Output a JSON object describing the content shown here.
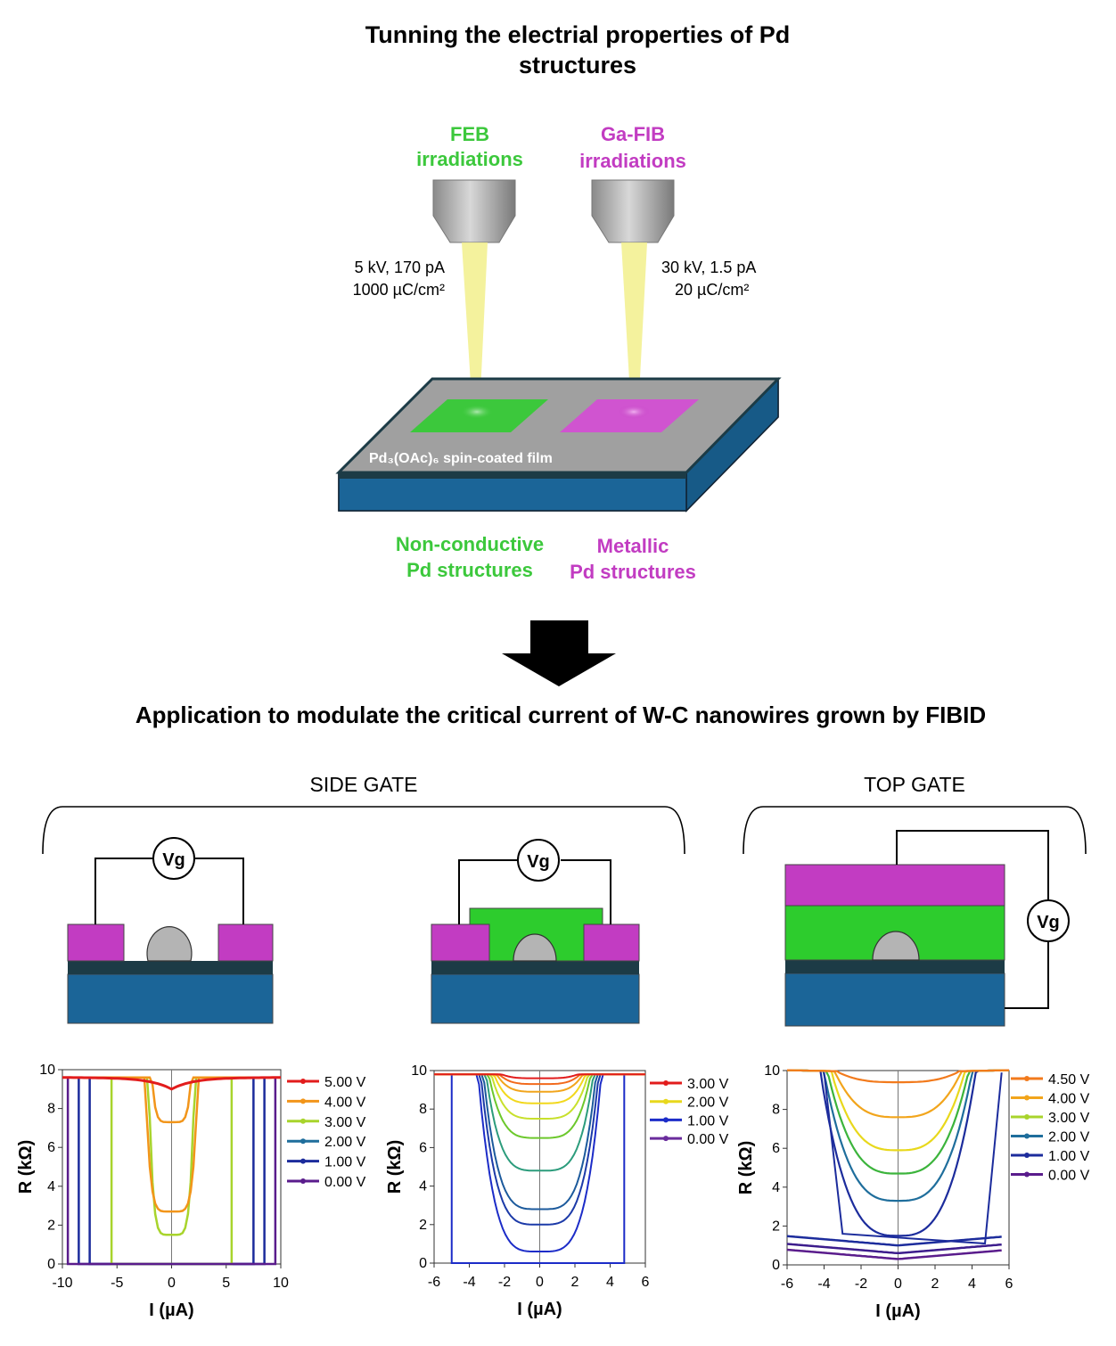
{
  "title_line1": "Tunning the electrial properties of Pd",
  "title_line2": "structures",
  "feb": {
    "label1": "FEB",
    "label2": "irradiations",
    "param1": "5 kV, 170 pA",
    "param2": "1000 µC/cm²",
    "result1": "Non-conductive",
    "result2": "Pd structures",
    "color": "#3cc83c"
  },
  "fib": {
    "label1": "Ga-FIB",
    "label2": "irradiations",
    "param1": "30 kV, 1.5 pA",
    "param2": "20 µC/cm²",
    "result1": "Metallic",
    "result2": "Pd structures",
    "color": "#c23cc2"
  },
  "film_label": "Pd₃(OAc)₆ spin-coated film",
  "app_title": "Application to modulate the critical current of W-C nanowires grown by FIBID",
  "side_gate_label": "SIDE GATE",
  "top_gate_label": "TOP GATE",
  "gate_symbol": "Vg",
  "colors": {
    "substrate": "#1b6598",
    "dark_layer": "#1c3b46",
    "film": "#a0a0a0",
    "magenta": "#c23cc2",
    "green": "#2dcc2d",
    "wire": "#b4b4b4",
    "beam": "#f2f08c"
  },
  "charts": [
    {
      "type": "line",
      "xlabel": "I (µA)",
      "ylabel": "R (kΩ)",
      "xlim": [
        -10,
        10
      ],
      "ylim": [
        0,
        10
      ],
      "xticks": [
        "-10",
        "-5",
        "0",
        "5",
        "10"
      ],
      "yticks": [
        "0",
        "2",
        "4",
        "6",
        "8",
        "10"
      ],
      "legend": [
        {
          "label": "5.00 V",
          "color": "#e21c1c"
        },
        {
          "label": "4.00 V",
          "color": "#f2951a"
        },
        {
          "label": "3.00 V",
          "color": "#a8d42c"
        },
        {
          "label": "2.00 V",
          "color": "#1f6e9c"
        },
        {
          "label": "1.00 V",
          "color": "#1c2c9c"
        },
        {
          "label": "0.00 V",
          "color": "#5a1c8c"
        }
      ]
    },
    {
      "type": "line",
      "xlabel": "I (µA)",
      "ylabel": "R (kΩ)",
      "xlim": [
        -6,
        6
      ],
      "ylim": [
        0,
        10
      ],
      "xticks": [
        "-6",
        "-4",
        "-2",
        "0",
        "2",
        "4",
        "6"
      ],
      "yticks": [
        "0",
        "2",
        "4",
        "6",
        "8",
        "10"
      ],
      "legend": [
        {
          "label": "3.00 V",
          "color": "#e21c1c"
        },
        {
          "label": "2.00 V",
          "color": "#e8d81c"
        },
        {
          "label": "1.00 V",
          "color": "#1c2cc8"
        },
        {
          "label": "0.00 V",
          "color": "#6a2c9c"
        }
      ]
    },
    {
      "type": "line",
      "xlabel": "I (µA)",
      "ylabel": "R (kΩ)",
      "xlim": [
        -6,
        6
      ],
      "ylim": [
        0,
        10
      ],
      "xticks": [
        "-6",
        "-4",
        "-2",
        "0",
        "2",
        "4",
        "6"
      ],
      "yticks": [
        "0",
        "2",
        "4",
        "6",
        "8",
        "10"
      ],
      "legend": [
        {
          "label": "4.50 V",
          "color": "#f27a1c"
        },
        {
          "label": "4.00 V",
          "color": "#f2a51c"
        },
        {
          "label": "3.00 V",
          "color": "#a8d42c"
        },
        {
          "label": "2.00 V",
          "color": "#1f6e9c"
        },
        {
          "label": "1.00 V",
          "color": "#1c2c9c"
        },
        {
          "label": "0.00 V",
          "color": "#5a1c8c"
        }
      ]
    }
  ]
}
